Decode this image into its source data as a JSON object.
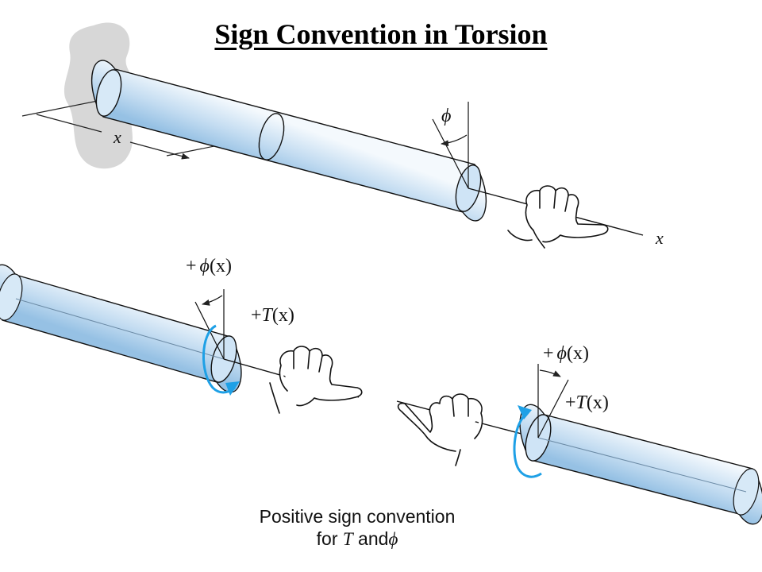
{
  "title": "Sign Convention in Torsion",
  "top_view": {
    "x_dim_label": "x",
    "x_axis_label": "x",
    "phi_label": "ϕ"
  },
  "left_end": {
    "phi_sign": "+",
    "phi_symbol": "ϕ",
    "phi_arg": "(x)",
    "torque_sign": "+",
    "torque_symbol": "T",
    "torque_arg": "(x)"
  },
  "right_end": {
    "phi_sign": "+",
    "phi_symbol": "ϕ",
    "phi_arg": "(x)",
    "torque_sign": "+",
    "torque_symbol": "T",
    "torque_arg": "(x)"
  },
  "caption": {
    "line1": "Positive sign convention",
    "line2_prefix": "for ",
    "line2_T": "T",
    "line2_mid": " and",
    "line2_phi": "ϕ"
  },
  "colors": {
    "shaft_light": "#e6f2fb",
    "shaft_mid": "#a9cdea",
    "end_face": "#cfe4f6",
    "arrow": "#1ea0e6",
    "wall": "#c9c9c9"
  }
}
